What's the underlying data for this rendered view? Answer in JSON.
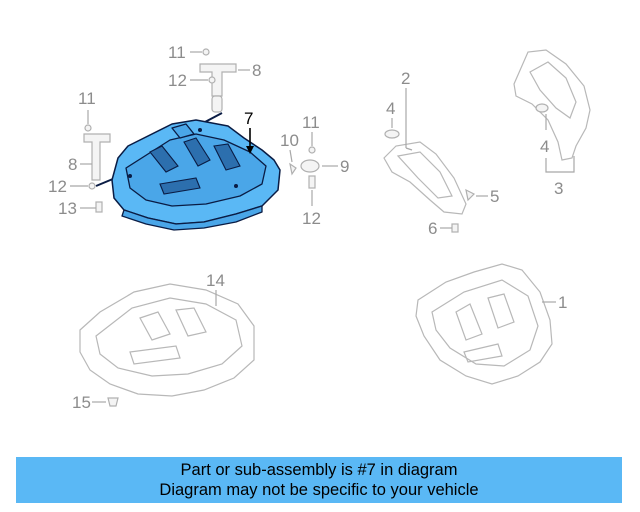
{
  "callouts": {
    "c1": "1",
    "c2": "2",
    "c3": "3",
    "c4a": "4",
    "c4b": "4",
    "c5": "5",
    "c6": "6",
    "c7": "7",
    "c8a": "8",
    "c8b": "8",
    "c9": "9",
    "c10": "10",
    "c11a": "11",
    "c11b": "11",
    "c11c": "11",
    "c12a": "12",
    "c12b": "12",
    "c12c": "12",
    "c13": "13",
    "c14": "14",
    "c15": "15"
  },
  "highlighted_part": "7",
  "banner": {
    "line1": "Part or sub-assembly is #7 in diagram",
    "line2": "Diagram may not be specific to your vehicle"
  },
  "colors": {
    "highlight": "#5ab8f5",
    "outline": "#0a1c44",
    "callout_text": "#8c8c8c"
  }
}
